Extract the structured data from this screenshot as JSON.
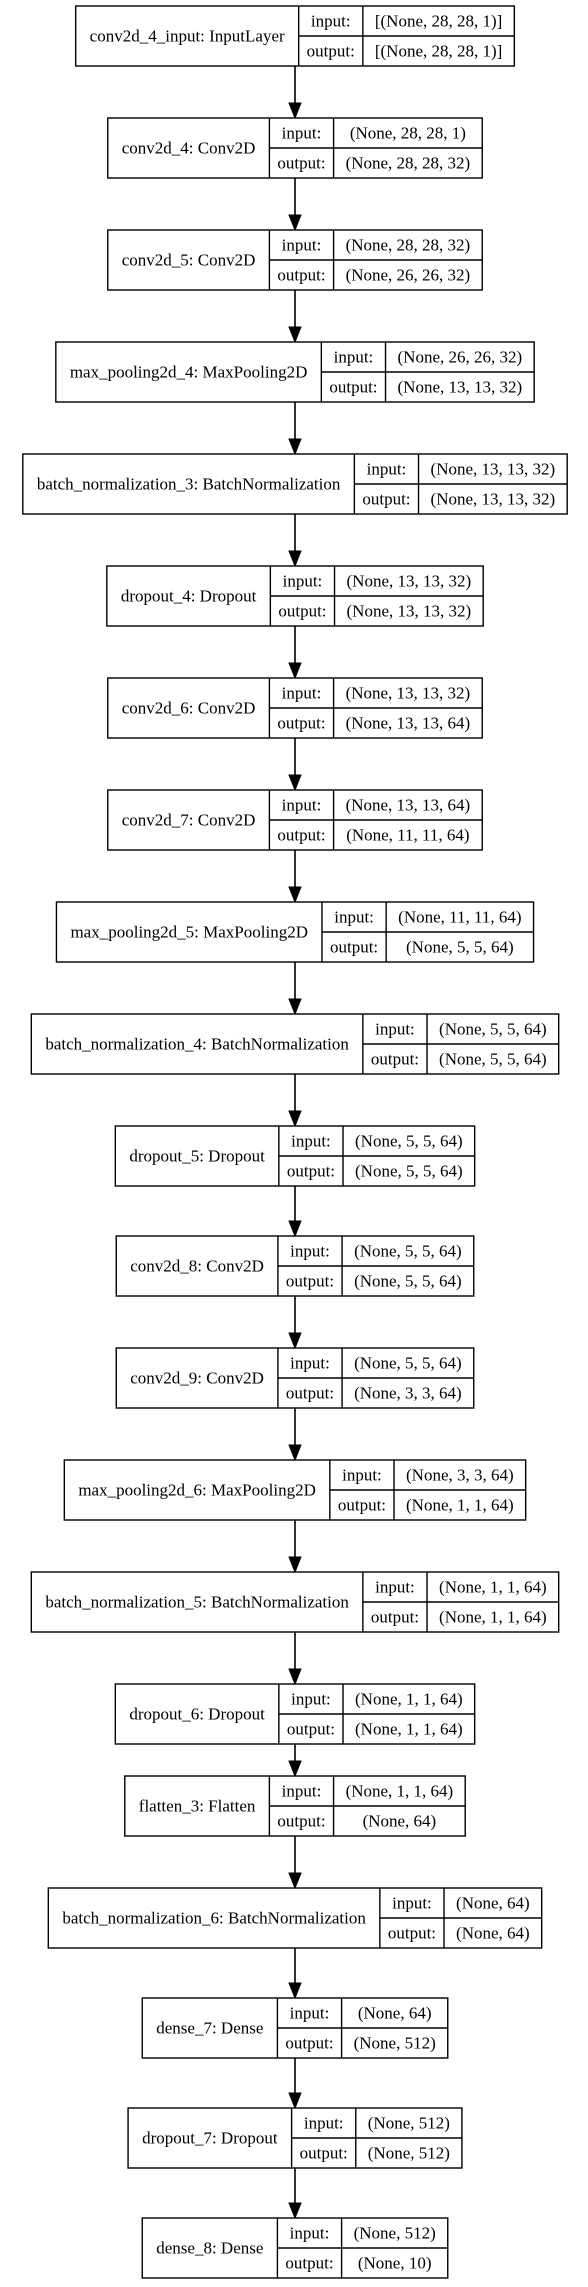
{
  "labels": {
    "input": "input:",
    "output": "output:"
  },
  "layers": [
    {
      "name": "conv2d_4_input: InputLayer",
      "input": "[(None, 28, 28, 1)]",
      "output": "[(None, 28, 28, 1)]"
    },
    {
      "name": "conv2d_4: Conv2D",
      "input": "(None, 28, 28, 1)",
      "output": "(None, 28, 28, 32)"
    },
    {
      "name": "conv2d_5: Conv2D",
      "input": "(None, 28, 28, 32)",
      "output": "(None, 26, 26, 32)"
    },
    {
      "name": "max_pooling2d_4: MaxPooling2D",
      "input": "(None, 26, 26, 32)",
      "output": "(None, 13, 13, 32)"
    },
    {
      "name": "batch_normalization_3: BatchNormalization",
      "input": "(None, 13, 13, 32)",
      "output": "(None, 13, 13, 32)"
    },
    {
      "name": "dropout_4: Dropout",
      "input": "(None, 13, 13, 32)",
      "output": "(None, 13, 13, 32)"
    },
    {
      "name": "conv2d_6: Conv2D",
      "input": "(None, 13, 13, 32)",
      "output": "(None, 13, 13, 64)"
    },
    {
      "name": "conv2d_7: Conv2D",
      "input": "(None, 13, 13, 64)",
      "output": "(None, 11, 11, 64)"
    },
    {
      "name": "max_pooling2d_5: MaxPooling2D",
      "input": "(None, 11, 11, 64)",
      "output": "(None, 5, 5, 64)"
    },
    {
      "name": "batch_normalization_4: BatchNormalization",
      "input": "(None, 5, 5, 64)",
      "output": "(None, 5, 5, 64)"
    },
    {
      "name": "dropout_5: Dropout",
      "input": "(None, 5, 5, 64)",
      "output": "(None, 5, 5, 64)"
    },
    {
      "name": "conv2d_8: Conv2D",
      "input": "(None, 5, 5, 64)",
      "output": "(None, 5, 5, 64)"
    },
    {
      "name": "conv2d_9: Conv2D",
      "input": "(None, 5, 5, 64)",
      "output": "(None, 3, 3, 64)"
    },
    {
      "name": "max_pooling2d_6: MaxPooling2D",
      "input": "(None, 3, 3, 64)",
      "output": "(None, 1, 1, 64)"
    },
    {
      "name": "batch_normalization_5: BatchNormalization",
      "input": "(None, 1, 1, 64)",
      "output": "(None, 1, 1, 64)"
    },
    {
      "name": "dropout_6: Dropout",
      "input": "(None, 1, 1, 64)",
      "output": "(None, 1, 1, 64)"
    },
    {
      "name": "flatten_3: Flatten",
      "input": "(None, 1, 1, 64)",
      "output": "(None, 64)"
    },
    {
      "name": "batch_normalization_6: BatchNormalization",
      "input": "(None, 64)",
      "output": "(None, 64)"
    },
    {
      "name": "dense_7: Dense",
      "input": "(None, 64)",
      "output": "(None, 512)"
    },
    {
      "name": "dropout_7: Dropout",
      "input": "(None, 512)",
      "output": "(None, 512)"
    },
    {
      "name": "dense_8: Dense",
      "input": "(None, 512)",
      "output": "(None, 10)"
    }
  ]
}
